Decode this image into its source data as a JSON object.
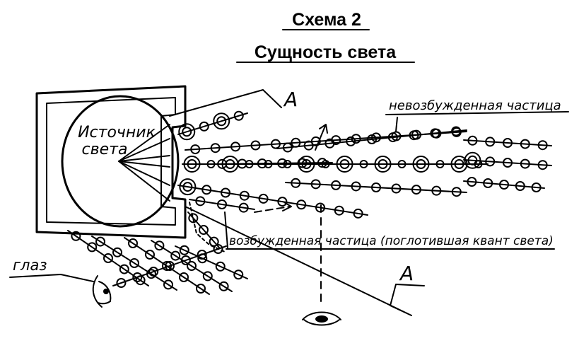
{
  "title": {
    "line1": "Схема 2",
    "line2": "Сущность света"
  },
  "labels": {
    "source": [
      "Источник",
      "света"
    ],
    "unexcited": "невозбужденная частица",
    "excited": "возбужденная частица (поглотившая квант света)",
    "eye": "глаз",
    "section_a_top": "A",
    "section_a_bottom": "A"
  },
  "colors": {
    "ink": "#000000",
    "paper": "#ffffff"
  }
}
